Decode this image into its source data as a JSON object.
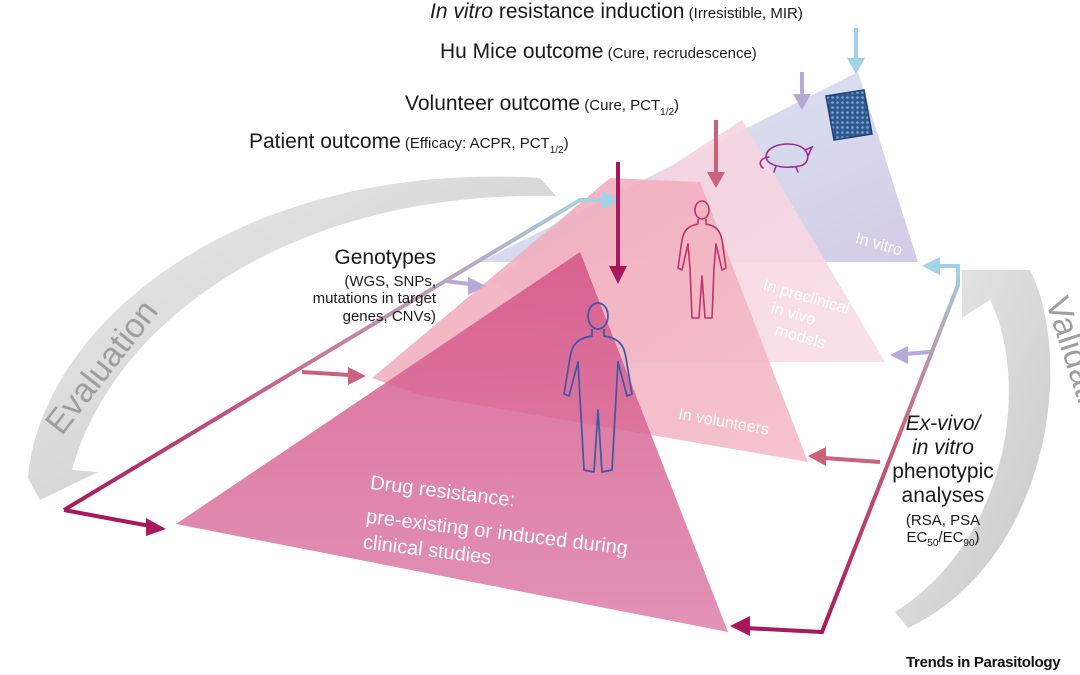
{
  "top_labels": {
    "in_vitro": {
      "italic": "In vitro",
      "main": " resistance induction",
      "detail": " (Irresistible, MIR)"
    },
    "hu_mice": {
      "main": "Hu Mice outcome",
      "detail": " (Cure, recrudescence)"
    },
    "volunteer": {
      "main": "Volunteer outcome",
      "detail_a": " (Cure, PCT",
      "sub": "1/2",
      "detail_b": ")"
    },
    "patient": {
      "main": "Patient outcome",
      "detail_a": " (Efficacy: ACPR, PCT",
      "sub": "1/2",
      "detail_b": ")"
    }
  },
  "genotypes": {
    "title": "Genotypes",
    "lines": [
      "(WGS, SNPs,",
      "mutations in target",
      "genes, CNVs)"
    ]
  },
  "phenotypic": {
    "line1": "Ex-vivo/",
    "line2": "in vitro",
    "line3": "phenotypic",
    "line4": "analyses",
    "line5": "(RSA, PSA",
    "ec_a": "EC",
    "ec_a_sub": "50",
    "ec_slash": "/",
    "ec_b": "EC",
    "ec_b_sub": "90",
    "ec_end": ")"
  },
  "layers": {
    "in_vitro": "In vitro",
    "preclinical": [
      "In preclinical",
      "in vivo",
      "models"
    ],
    "volunteers": "In volunteers",
    "drug_resistance": [
      "Drug resistance:",
      "pre-existing or induced during",
      "clinical studies"
    ]
  },
  "side_arrows": {
    "evaluation": "Evaluation",
    "validation": "Validation"
  },
  "brand": "Trends in Parasitology",
  "colors": {
    "magenta": "#a8185a",
    "rose": "#c9627a",
    "lavender": "#b8a8d6",
    "sky": "#a3d3e6",
    "grey_arrow": "#cfcfcf"
  }
}
